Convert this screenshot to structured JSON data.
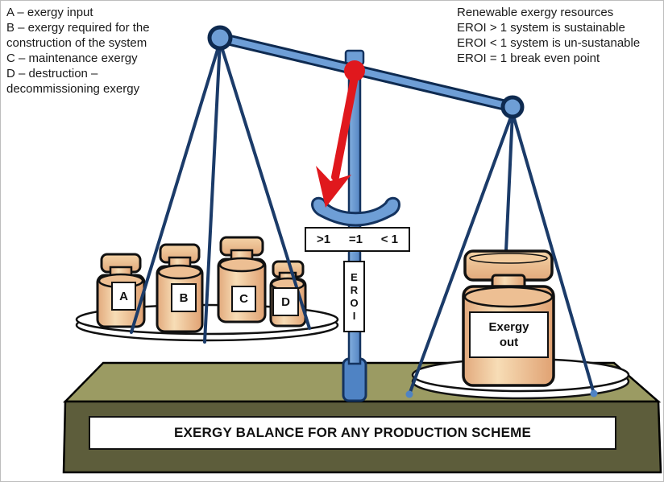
{
  "diagram_title": "EXERGY BALANCE FOR ANY PRODUCTION SCHEME",
  "legend_left": {
    "lines": [
      "A – exergy input",
      "B – exergy required for the",
      "construction of the system",
      "C – maintenance exergy",
      "D – destruction –",
      "decommissioning exergy"
    ]
  },
  "legend_right": {
    "lines": [
      "Renewable exergy resources",
      "EROI > 1 system is sustainable",
      "EROI < 1 system is un-sustanable",
      "EROI = 1 break even point"
    ]
  },
  "scale_indicator": {
    "greater": ">1",
    "equal": "=1",
    "less": "< 1"
  },
  "eroi_label": {
    "letters": [
      "E",
      "R",
      "O",
      "I"
    ]
  },
  "left_pan": {
    "jars": [
      {
        "label": "A"
      },
      {
        "label": "B"
      },
      {
        "label": "C"
      },
      {
        "label": "D"
      }
    ]
  },
  "right_pan": {
    "jar_label": "Exergy out"
  },
  "colors": {
    "beam_blue": "#6e9ed6",
    "outline_navy": "#14335f",
    "string_navy": "#1b3b69",
    "arrow_red": "#e0181d",
    "pole_base_blue": "#4f83c4",
    "table_top": "#9b9b63",
    "table_front": "#5d5d3b",
    "jar_tan": "#eec193",
    "pan_white": "#ffffff"
  }
}
